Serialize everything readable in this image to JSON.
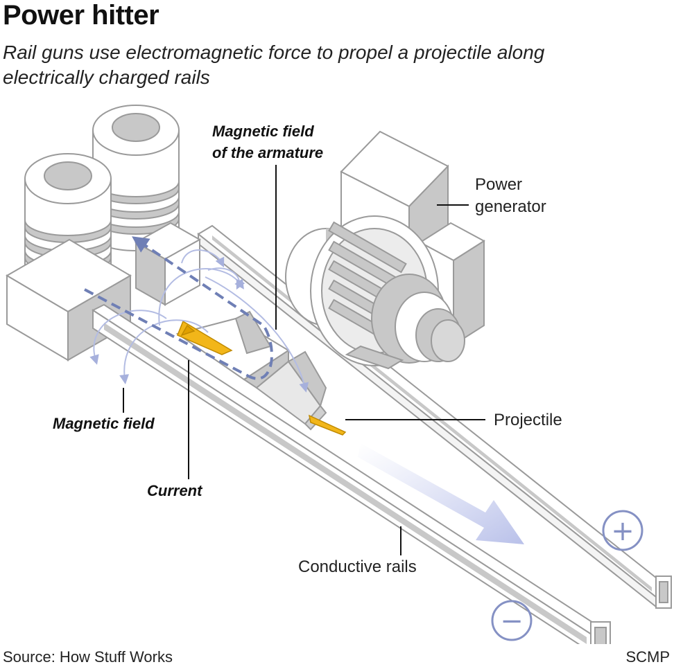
{
  "header": {
    "title": "Power hitter",
    "subtitle": "Rail guns use electromagnetic force to propel a projectile along electrically charged rails"
  },
  "labels": {
    "magnetic_field_armature_line1": "Magnetic field",
    "magnetic_field_armature_line2": "of the armature",
    "power_generator_line1": "Power",
    "power_generator_line2": "generator",
    "projectile": "Projectile",
    "magnetic_field": "Magnetic field",
    "current": "Current",
    "conductive_rails": "Conductive rails",
    "plus_symbol": "+",
    "minus_symbol": "−"
  },
  "footer": {
    "source": "Source: How Stuff Works",
    "credit": "SCMP"
  },
  "colors": {
    "line_art": "#9a9a9a",
    "gray_shade": "#c8c8c8",
    "dark_shade": "#b0b0b0",
    "field_blue": "#6f7fb5",
    "projectile_gold": "#f2b619",
    "symbol_blue": "#8591c4"
  }
}
